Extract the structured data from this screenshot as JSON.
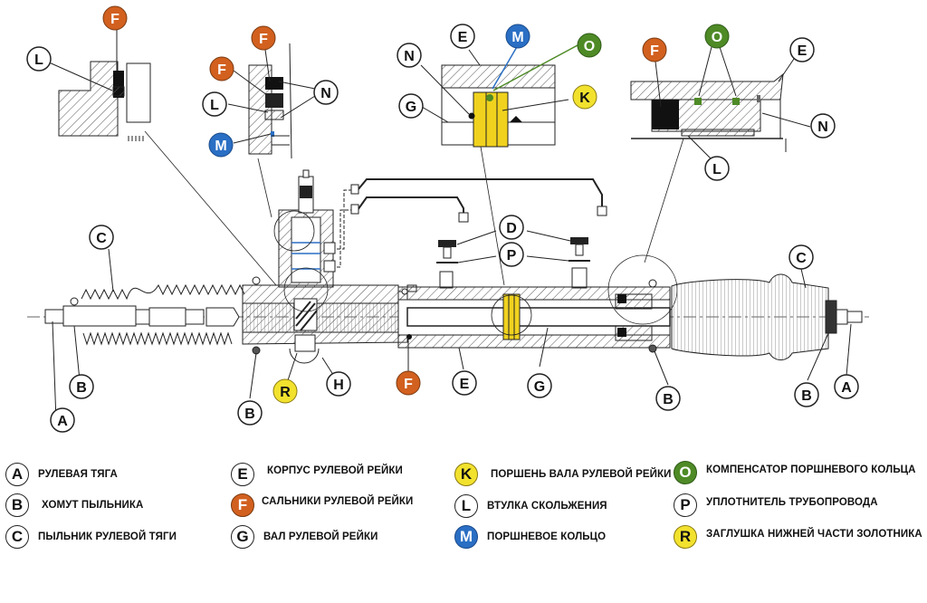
{
  "title": "Рулевая рейка с гидроусилителем — схема",
  "colors": {
    "A": "#ffffff",
    "B": "#ffffff",
    "C": "#ffffff",
    "D": "#ffffff",
    "E": "#ffffff",
    "F": "#d2601f",
    "G": "#ffffff",
    "H": "#ffffff",
    "K": "#f2e22e",
    "L": "#ffffff",
    "M": "#2a6fc4",
    "N": "#ffffff",
    "O": "#4e8a26",
    "P": "#ffffff",
    "R": "#f2e22e",
    "piston_fill": "#f0d21e",
    "line": "#222222",
    "hatch": "#555555"
  },
  "callouts": {
    "A": "A",
    "B": "B",
    "C": "C",
    "D": "D",
    "E": "E",
    "F": "F",
    "G": "G",
    "H": "H",
    "K": "K",
    "L": "L",
    "M": "M",
    "N": "N",
    "O": "O",
    "P": "P",
    "R": "R"
  },
  "legend": [
    {
      "letter": "A",
      "label": "РУЛЕВАЯ ТЯГА"
    },
    {
      "letter": "B",
      "label": "ХОМУТ ПЫЛЬНИКА"
    },
    {
      "letter": "C",
      "label": "ПЫЛЬНИК РУЛЕВОЙ ТЯГИ"
    },
    {
      "letter": "E",
      "label": "КОРПУС РУЛЕВОЙ РЕЙКИ"
    },
    {
      "letter": "F",
      "label": "САЛЬНИКИ РУЛЕВОЙ РЕЙКИ"
    },
    {
      "letter": "G",
      "label": "ВАЛ РУЛЕВОЙ РЕЙКИ"
    },
    {
      "letter": "K",
      "label": "ПОРШЕНЬ ВАЛА РУЛЕВОЙ РЕЙКИ"
    },
    {
      "letter": "L",
      "label": "ВТУЛКА СКОЛЬЖЕНИЯ"
    },
    {
      "letter": "M",
      "label": "ПОРШНЕВОЕ КОЛЬЦО"
    },
    {
      "letter": "O",
      "label": "КОМПЕНСАТОР ПОРШНЕВОГО КОЛЬЦА"
    },
    {
      "letter": "P",
      "label": "УПЛОТНИТЕЛЬ ТРУБОПРОВОДА"
    },
    {
      "letter": "R",
      "label": "ЗАГЛУШКА НИЖНЕЙ ЧАСТИ ЗОЛОТНИКА"
    }
  ]
}
